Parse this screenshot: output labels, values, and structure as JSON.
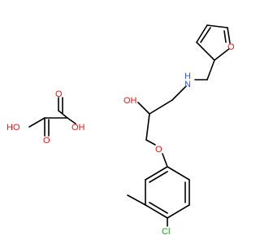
{
  "structure": {
    "atom_labels": {
      "furan_o": "O",
      "amine_n": "N",
      "amine_h": "H",
      "hydroxyl": "OH",
      "ether_o": "O",
      "chloro": "Cl",
      "oxalic_oh_left": "HO",
      "oxalic_oh_right": "OH",
      "oxalic_o_top": "O",
      "oxalic_o_bottom": "O"
    },
    "colors": {
      "bond": "#000000",
      "oxygen": "#ff0d0d",
      "nitrogen": "#3050f8",
      "chlorine": "#1fa01f"
    }
  }
}
